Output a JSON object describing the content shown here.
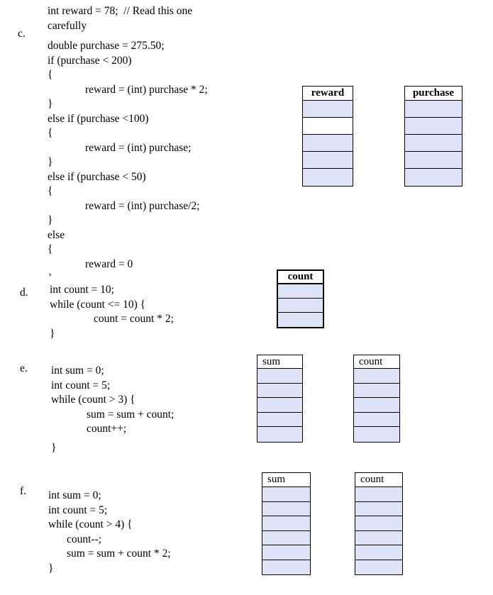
{
  "colors": {
    "page_bg": "#ffffff",
    "cell_fill": "#dee3f8",
    "cell_blank": "#ffffff",
    "table_border": "#000000",
    "text": "#000000"
  },
  "sections": [
    {
      "id": "c",
      "label": "c.",
      "code_lines": [
        {
          "text": "int reward = 78;  // Read this one",
          "indent": 0
        },
        {
          "text": "carefully",
          "indent": 0
        },
        {
          "text": "double purchase = 275.50;",
          "indent": 0
        },
        {
          "text": "if (purchase < 200)",
          "indent": 0
        },
        {
          "text": "{",
          "indent": 0
        },
        {
          "text": "reward = (int) purchase * 2;",
          "indent": 1
        },
        {
          "text": "}",
          "indent": 0
        },
        {
          "text": "else if (purchase <100)",
          "indent": 0
        },
        {
          "text": "{",
          "indent": 0
        },
        {
          "text": "reward = (int) purchase;",
          "indent": 1
        },
        {
          "text": "}",
          "indent": 0
        },
        {
          "text": "else if (purchase < 50)",
          "indent": 0
        },
        {
          "text": "{",
          "indent": 0
        },
        {
          "text": "reward = (int) purchase/2;",
          "indent": 1
        },
        {
          "text": "}",
          "indent": 0
        },
        {
          "text": "else",
          "indent": 0
        },
        {
          "text": "{",
          "indent": 0
        },
        {
          "text": "reward = 0",
          "indent": 1
        },
        {
          "text": "}",
          "indent": 0
        }
      ]
    },
    {
      "id": "d",
      "label": "d.",
      "code_lines": [
        {
          "text": "int count = 10;",
          "indent": 0
        },
        {
          "text": "while (count <= 10) {",
          "indent": 0
        },
        {
          "text": "count = count * 2;",
          "indent": 1
        },
        {
          "text": "}",
          "indent": 0
        }
      ]
    },
    {
      "id": "e",
      "label": "e.",
      "code_lines": [
        {
          "text": "int sum = 0;",
          "indent": 0
        },
        {
          "text": "int count = 5;",
          "indent": 0
        },
        {
          "text": "while (count > 3) {",
          "indent": 0
        },
        {
          "text": "sum = sum + count;",
          "indent": 1
        },
        {
          "text": "count++;",
          "indent": 1
        },
        {
          "text": "}",
          "indent": 0
        }
      ]
    },
    {
      "id": "f",
      "label": "f.",
      "code_lines": [
        {
          "text": "int sum = 0;",
          "indent": 0
        },
        {
          "text": "int count = 5;",
          "indent": 0
        },
        {
          "text": "while (count > 4) {",
          "indent": 0
        },
        {
          "text": "count--;",
          "indent": 1
        },
        {
          "text": "sum = sum + count * 2;",
          "indent": 1
        },
        {
          "text": "}",
          "indent": 0
        }
      ]
    }
  ],
  "tables": [
    {
      "id": "reward",
      "header": "reward",
      "cells": [
        "fill",
        "blank",
        "fill",
        "fill",
        "fill"
      ]
    },
    {
      "id": "purchase",
      "header": "purchase",
      "cells": [
        "fill",
        "fill",
        "fill",
        "fill",
        "fill"
      ]
    },
    {
      "id": "count-d",
      "header": "count",
      "cells": [
        "fill",
        "fill",
        "fill"
      ]
    },
    {
      "id": "sum-e",
      "header": "sum",
      "cells": [
        "fill",
        "fill",
        "fill",
        "fill",
        "fill"
      ]
    },
    {
      "id": "count-e",
      "header": "count",
      "cells": [
        "fill",
        "fill",
        "fill",
        "fill",
        "fill"
      ]
    },
    {
      "id": "sum-f",
      "header": "sum",
      "cells": [
        "fill",
        "fill",
        "fill",
        "fill",
        "fill",
        "fill"
      ]
    },
    {
      "id": "count-f",
      "header": "count",
      "cells": [
        "fill",
        "fill",
        "fill",
        "fill",
        "fill",
        "fill"
      ]
    }
  ]
}
